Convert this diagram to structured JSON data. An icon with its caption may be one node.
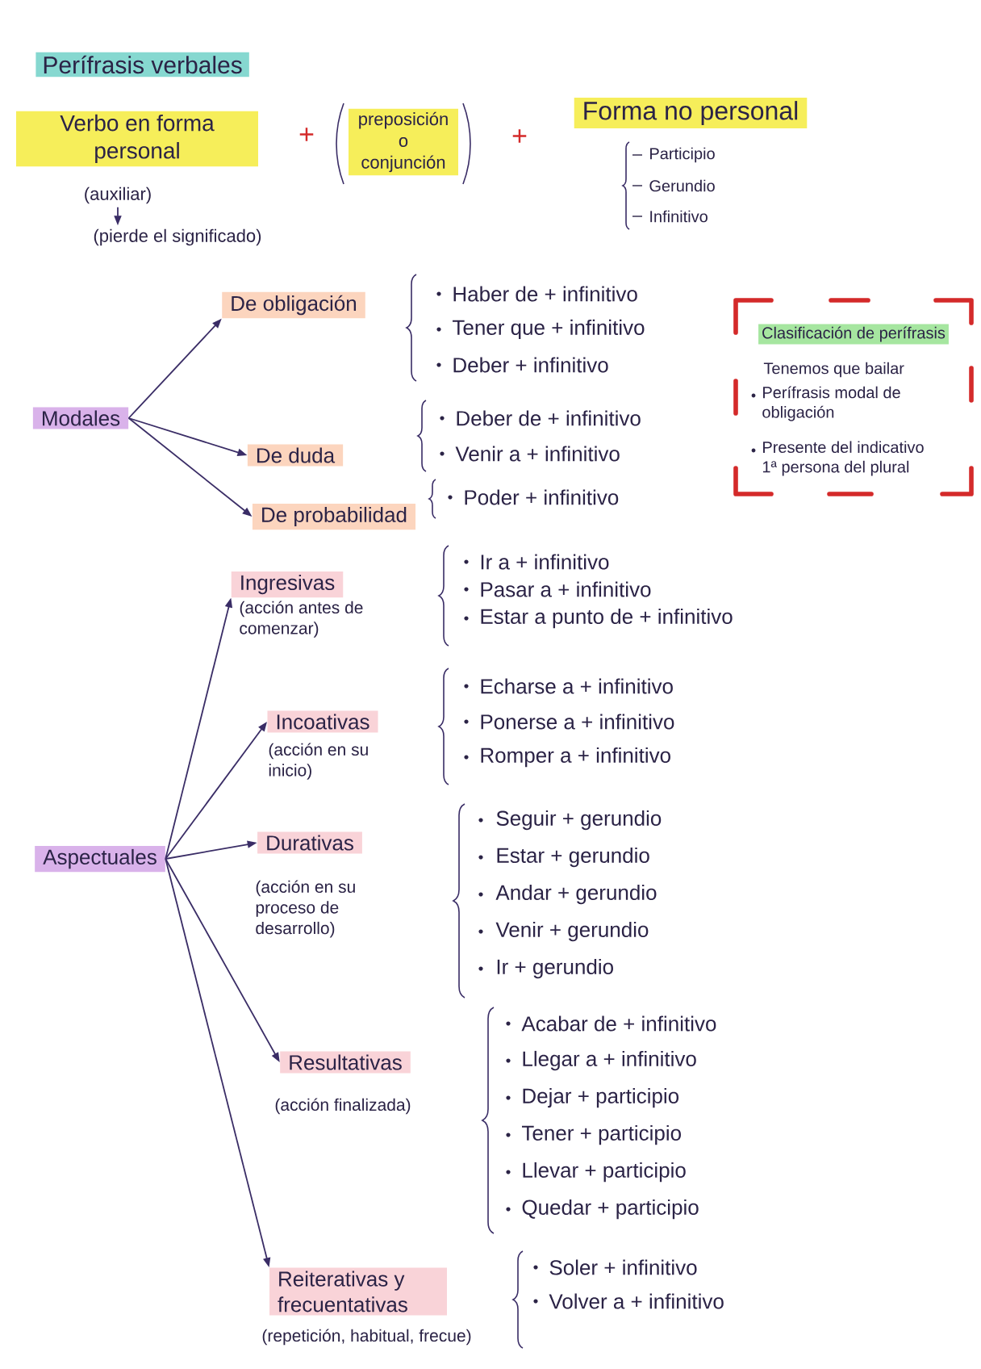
{
  "diagram": {
    "title": "Perífrasis verbales",
    "nodes": [
      {
        "text": [
          "Verbo en forma personal"
        ]
      },
      {
        "text": [
          "preposición o conjunción"
        ]
      },
      {
        "text": [
          "Forma no personal"
        ]
      },
      {
        "text": [
          "(auxiliar)"
        ]
      },
      {
        "text": [
          "(pierde el significado)"
        ]
      },
      {
        "text": [
          "Modales"
        ]
      },
      {
        "text": [
          "De obligación"
        ]
      },
      {
        "text": [
          "De duda"
        ]
      },
      {
        "text": [
          "De probabilidad"
        ]
      },
      {
        "text": [
          "Clasificación de perífrasis",
          "Tenemos que bailar",
          "Perífrasis modal de obligación",
          "Presente del indicativo 1ª persona del plural"
        ]
      },
      {
        "text": [
          "Aspectuales"
        ]
      },
      {
        "text": [
          "Ingresivas"
        ],
        "beside": [
          "(acción antes de comenzar)"
        ]
      },
      {
        "text": [
          "Incoativas"
        ],
        "beside": [
          "(acción en su inicio)"
        ]
      },
      {
        "text": [
          "Durativas"
        ],
        "beside": [
          "(acción en su proceso de desarrollo)"
        ]
      },
      {
        "text": [
          "Resultativas"
        ],
        "beside": [
          "(acción finalizada)"
        ]
      },
      {
        "text": [
          "Reiterativas y frecuentativas"
        ],
        "beside": [
          "(repetición, habitual, frecue)"
        ]
      }
    ],
    "edges": [
      {
        "from": 3,
        "to": 4,
        "arrow": "to"
      },
      {
        "from": 5,
        "to": 6,
        "arrow": "to"
      },
      {
        "from": 5,
        "to": 7,
        "arrow": "to"
      },
      {
        "from": 5,
        "to": 8,
        "arrow": "to"
      },
      {
        "from": 10,
        "to": 11,
        "arrow": "to"
      },
      {
        "from": 10,
        "to": 12,
        "arrow": "to"
      },
      {
        "from": 10,
        "to": 13,
        "arrow": "to"
      },
      {
        "from": 10,
        "to": 14,
        "arrow": "to"
      },
      {
        "from": 10,
        "to": 15,
        "arrow": "to"
      }
    ],
    "labels": [
      "+",
      "+",
      "Participio",
      "Gerundio",
      "Infinitivo",
      "Haber de + infinitivo",
      "Tener que + infinitivo",
      "Deber + infinitivo",
      "Deber de + infinitivo",
      "Venir a + infinitivo",
      "Poder + infinitivo",
      "Ir a + infinitivo",
      "Pasar a + infinitivo",
      "Estar a punto de + infinitivo",
      "Echarse a + infinitivo",
      "Ponerse a + infinitivo",
      "Romper a + infinitivo",
      "Seguir + gerundio",
      "Estar + gerundio",
      "Andar + gerundio",
      "Venir + gerundio",
      "Ir + gerundio",
      "Acabar de + infinitivo",
      "Llegar a + infinitivo",
      "Dejar + participio",
      "Tener + participio",
      "Llevar + participio",
      "Quedar + participio",
      "Soler + infinitivo",
      "Volver a + infinitivo"
    ]
  }
}
